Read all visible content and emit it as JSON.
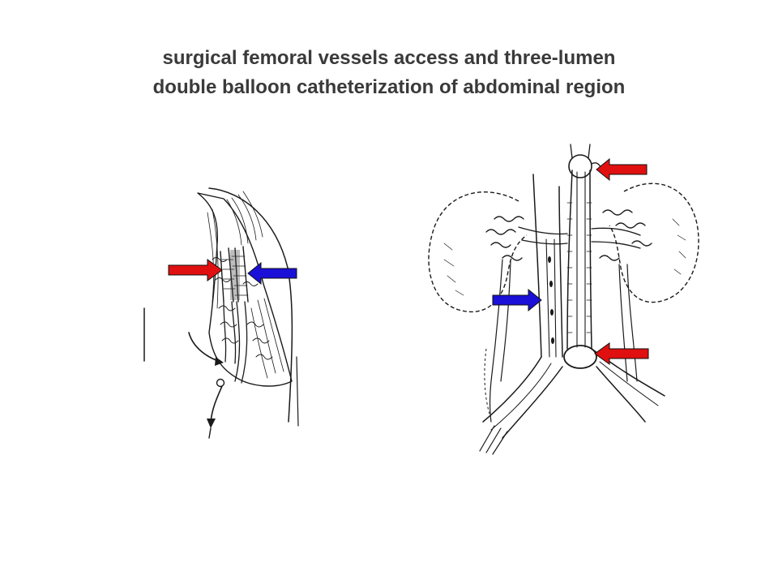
{
  "slide": {
    "title_line1": "surgical femoral vessels access and three-lumen",
    "title_line2": "double balloon catheterization of abdominal region"
  },
  "colors": {
    "arterial_arrow": "#e01010",
    "venous_arrow": "#1a10d8",
    "title_text": "#3a3a3a",
    "ink": "#1a1a1a"
  },
  "figures": {
    "left": {
      "subject": "femoral vessels surgical access with catheters",
      "arrows": [
        "red",
        "blue"
      ]
    },
    "right": {
      "subject": "abdominal aorta and vena cava with kidneys and double balloon catheter",
      "arrows": [
        "red",
        "blue",
        "red"
      ]
    }
  }
}
